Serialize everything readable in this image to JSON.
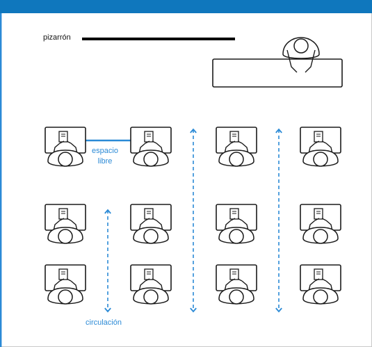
{
  "labels": {
    "board": "pizarrón",
    "free_space_line1": "espacio",
    "free_space_line2": "libre",
    "circulation": "circulación"
  },
  "colors": {
    "header": "#0f77bd",
    "accent": "#2b8ad6",
    "stroke": "#1a1a1a",
    "frame_left": "#2b8ad6",
    "frame_border": "#c9c9c9"
  },
  "layout": {
    "student_rows": 3,
    "student_columns": 4,
    "teacher_desks": 1,
    "circulation_aisles": 3,
    "free_space_gap": 1
  }
}
